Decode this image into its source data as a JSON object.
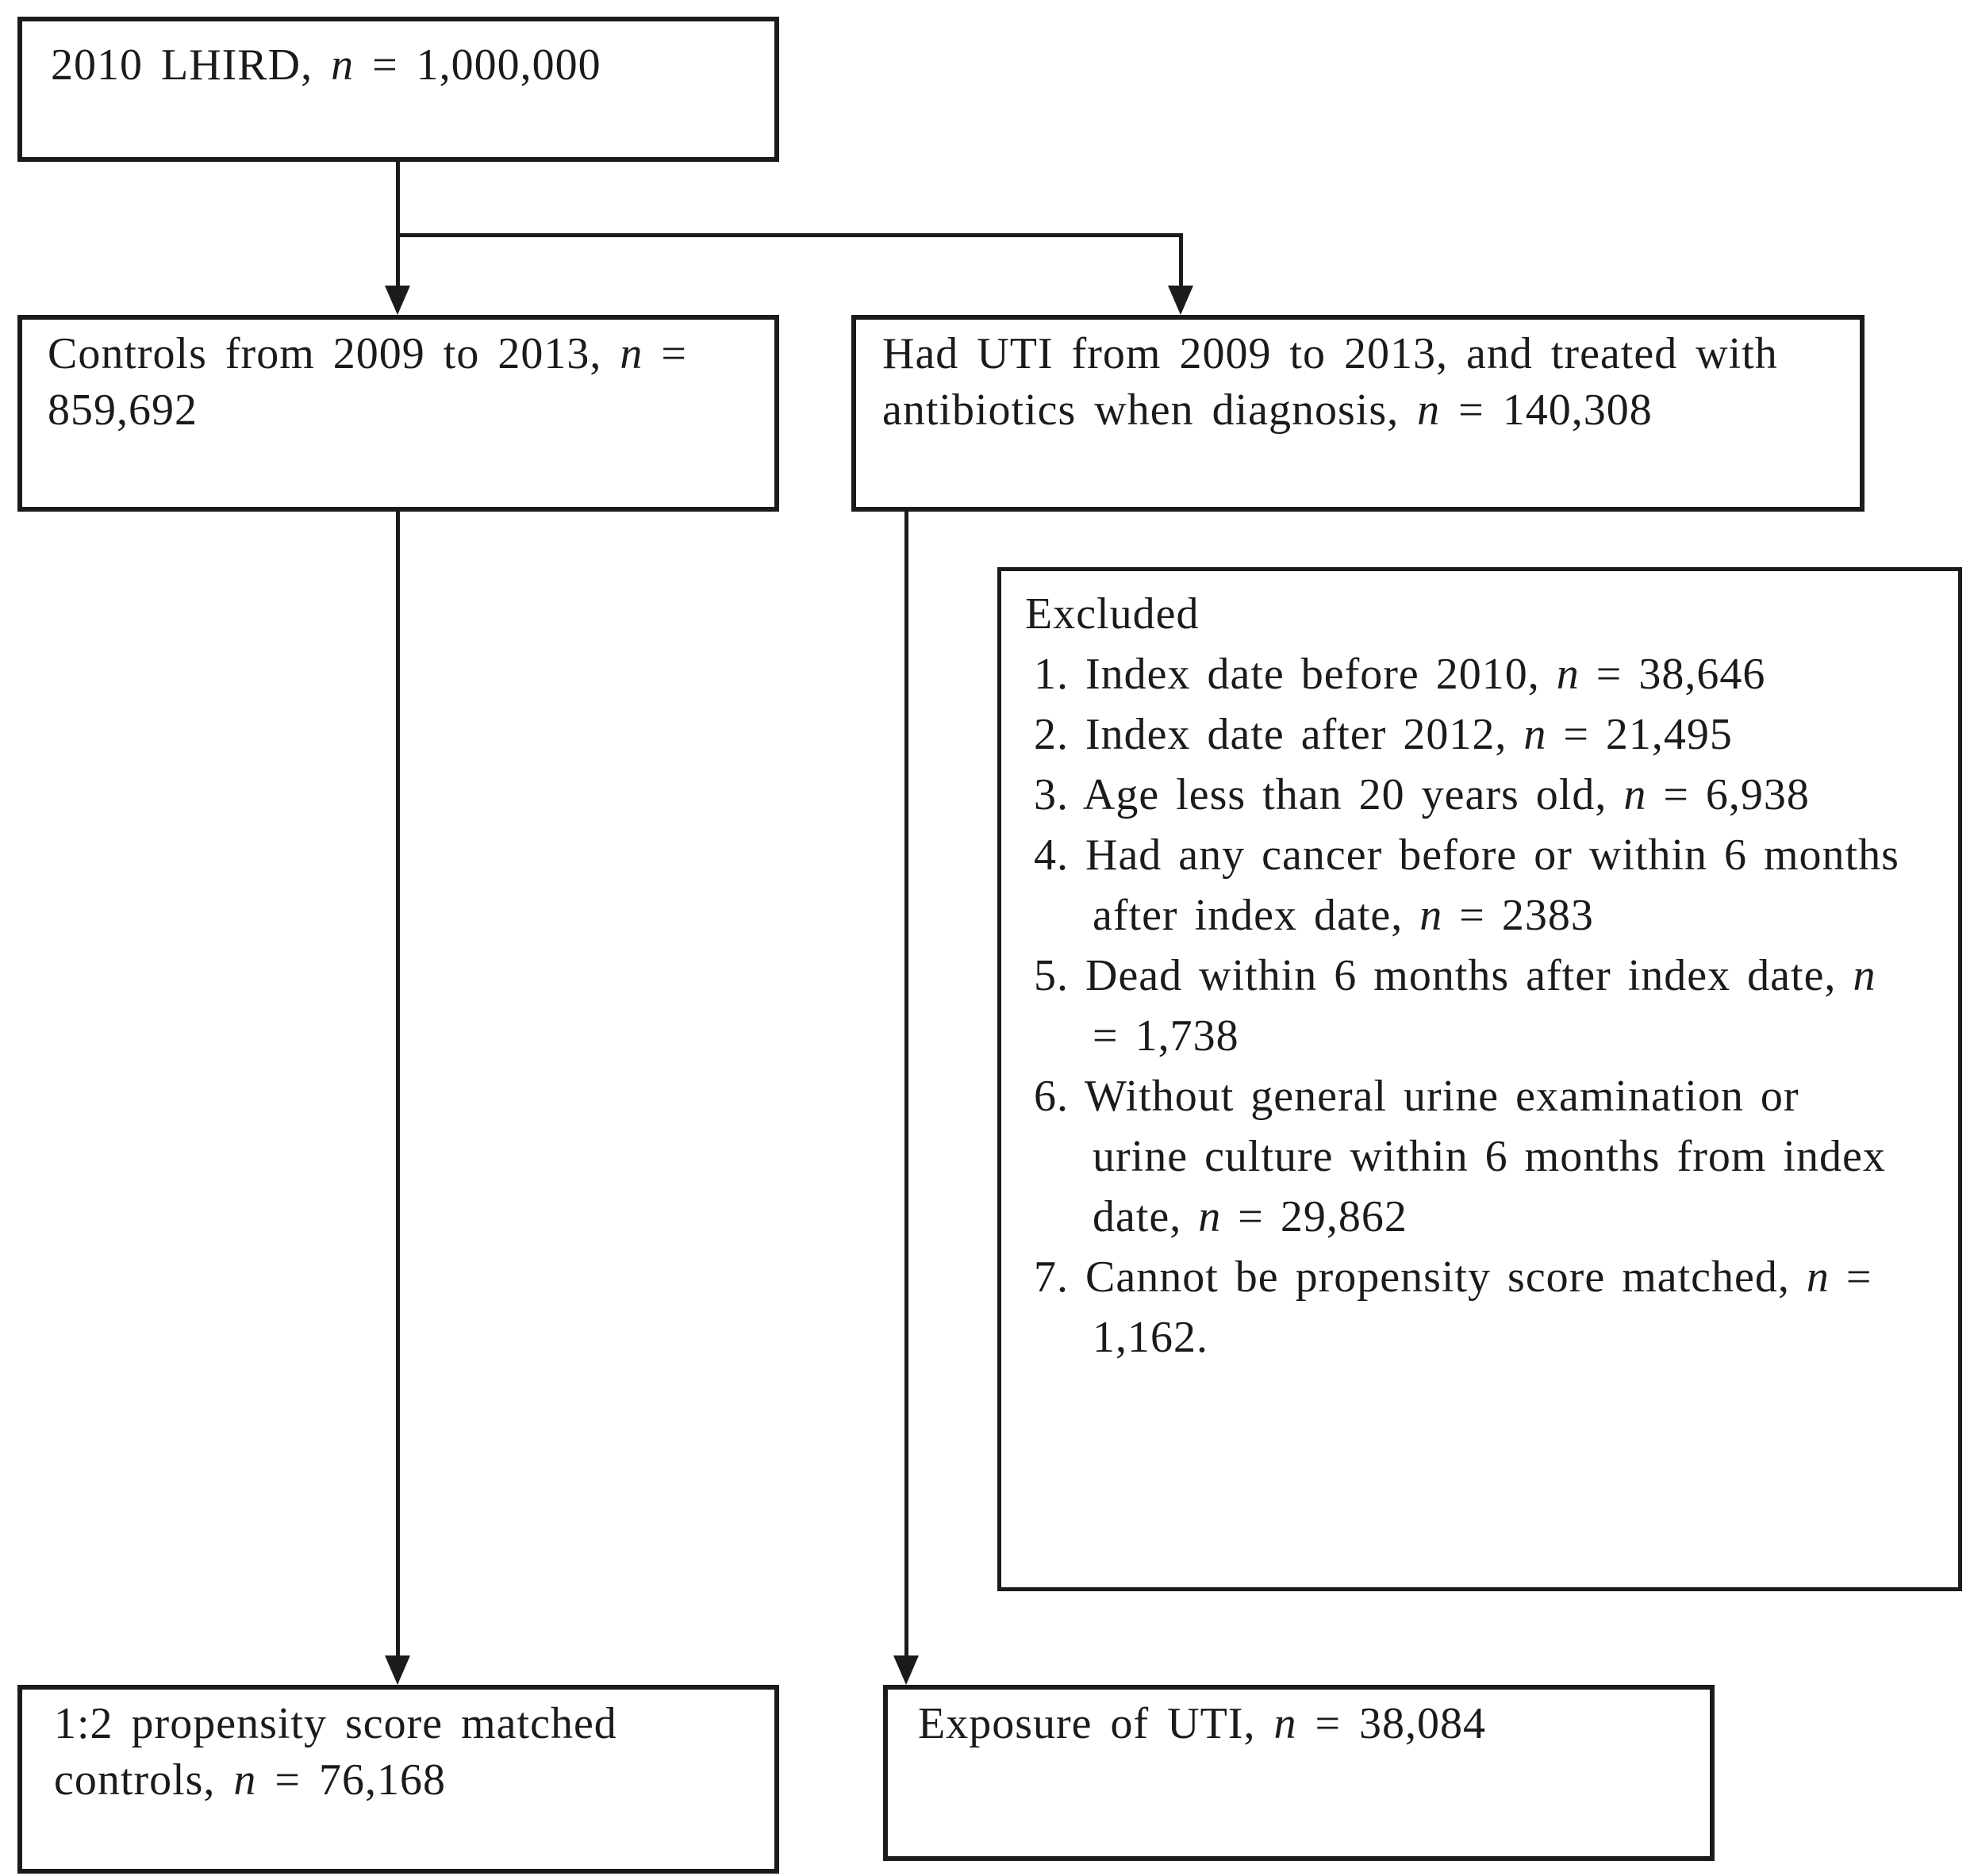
{
  "colors": {
    "ink": "#1b1b1b",
    "background": "#ffffff"
  },
  "boxes": {
    "lhird": {
      "text": "2010 LHIRD, n = 1,000,000"
    },
    "controls": {
      "text": "Controls from 2009 to 2013, n =\n859,692"
    },
    "uti": {
      "text": "Had UTI from 2009 to 2013, and treated with\nantibiotics when diagnosis, n = 140,308"
    },
    "excluded": {
      "title": "Excluded",
      "items": [
        "1. Index date before 2010, n = 38,646",
        "2. Index date after 2012, n = 21,495",
        "3. Age less than 20 years old, n = 6,938",
        "4. Had any cancer before or within 6 months\nafter index date, n = 2383",
        "5. Dead within 6 months after index date, n\n= 1,738",
        "6. Without general urine examination or\nurine culture within 6 months from index\ndate, n = 29,862",
        "7. Cannot be propensity score matched, n =\n1,162."
      ]
    },
    "matched_controls": {
      "text": "1:2 propensity score matched\ncontrols, n = 76,168"
    },
    "uti_exposure": {
      "text": "Exposure of UTI, n = 38,084"
    }
  }
}
